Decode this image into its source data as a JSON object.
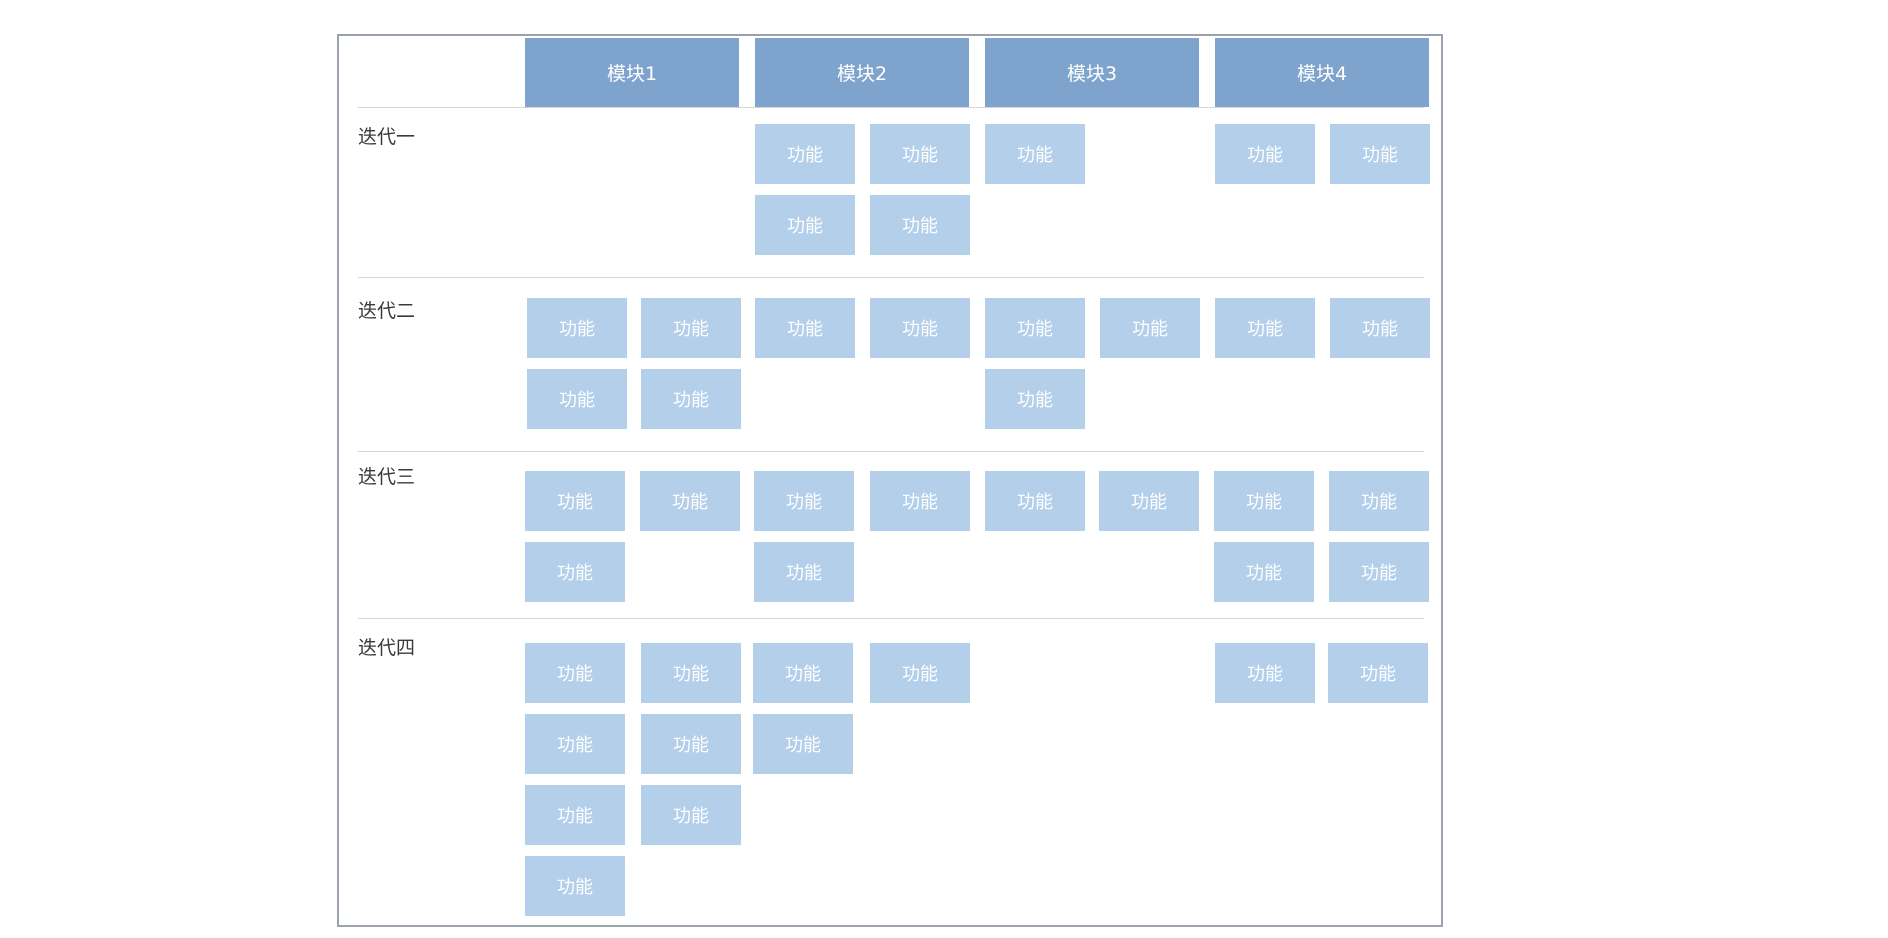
{
  "modules": [
    {
      "label": "模块1"
    },
    {
      "label": "模块2"
    },
    {
      "label": "模块3"
    },
    {
      "label": "模块4"
    }
  ],
  "iterations": [
    {
      "label": "迭代一"
    },
    {
      "label": "迭代二"
    },
    {
      "label": "迭代三"
    },
    {
      "label": "迭代四"
    }
  ],
  "feature_label": "功能",
  "colors": {
    "module_header": "#7ea3cc",
    "feature_box": "#b3cfea",
    "frame_border": "#9aa3ad",
    "divider": "#d3d7db"
  },
  "grid": [
    {
      "iteration": "迭代一",
      "counts_per_module": [
        0,
        4,
        1,
        2
      ]
    },
    {
      "iteration": "迭代二",
      "counts_per_module": [
        4,
        2,
        3,
        2
      ]
    },
    {
      "iteration": "迭代三",
      "counts_per_module": [
        3,
        3,
        2,
        4
      ]
    },
    {
      "iteration": "迭代四",
      "counts_per_module": [
        7,
        3,
        0,
        2
      ]
    }
  ]
}
